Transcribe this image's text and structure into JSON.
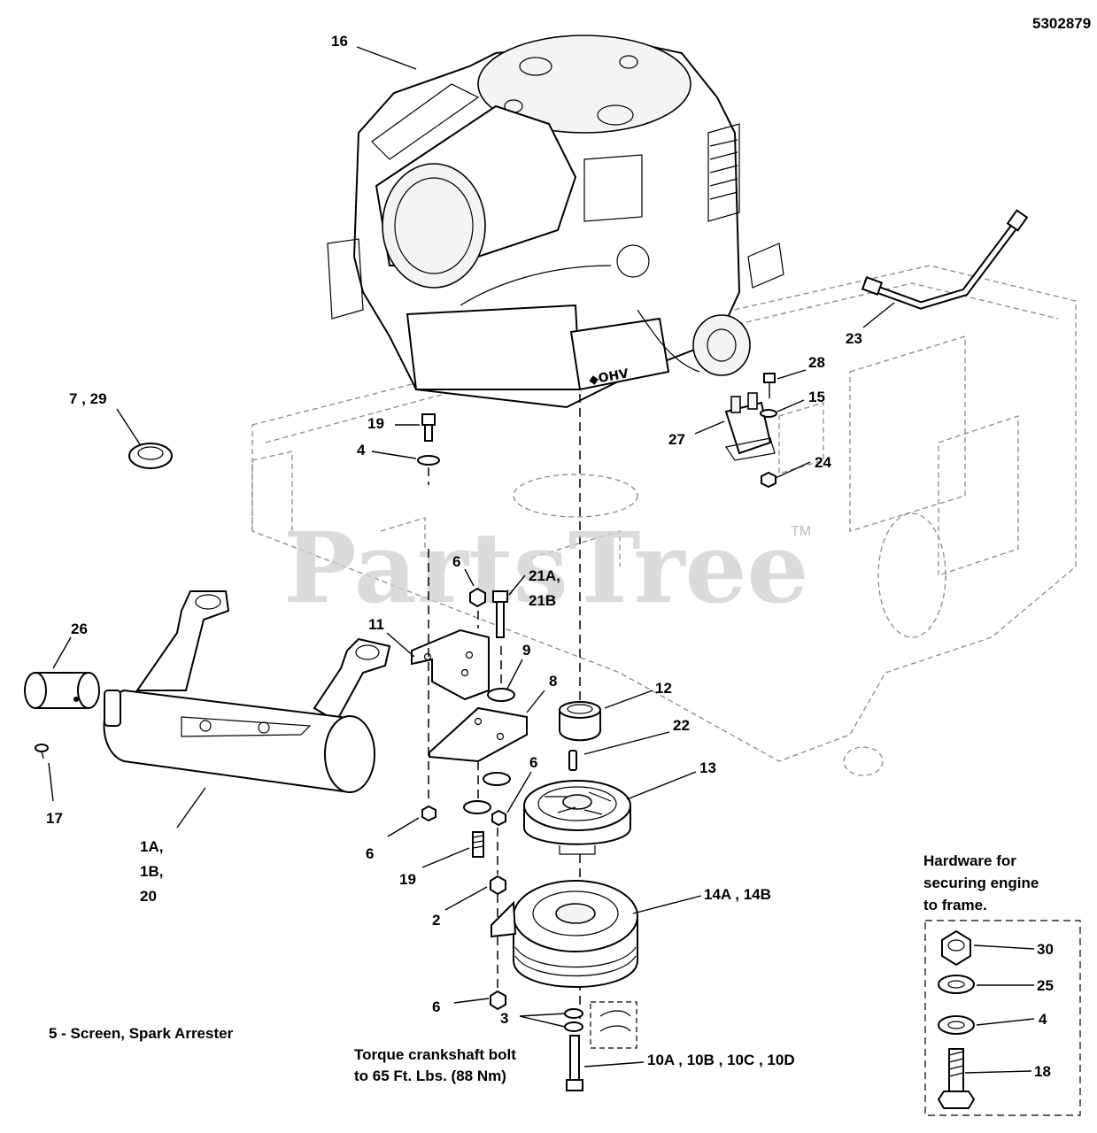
{
  "drawing_number": "5302879",
  "watermark": {
    "text": "PartsTree",
    "trademark": "TM"
  },
  "callouts": {
    "c16": "16",
    "c23": "23",
    "c7_29": "7 , 29",
    "c28": "28",
    "c15": "15",
    "c27": "27",
    "c24": "24",
    "c19_top": "19",
    "c4_top": "4",
    "c6_top": "6",
    "c21a": "21A,",
    "c21b": "21B",
    "c26": "26",
    "c11": "11",
    "c9": "9",
    "c8": "8",
    "c12": "12",
    "c22": "22",
    "c13": "13",
    "c6_mid": "6",
    "c17": "17",
    "c1a": "1A,",
    "c1b": "1B,",
    "c20": "20",
    "c6_low": "6",
    "c19_low": "19",
    "c14": "14A , 14B",
    "c2": "2",
    "c6_bottom": "6",
    "c3": "3",
    "c10": "10A ,  10B , 10C , 10D",
    "c30": "30",
    "c25": "25",
    "c4_box": "4",
    "c18": "18"
  },
  "notes": {
    "spark": "5 - Screen, Spark Arrester",
    "torque_line1": "Torque crankshaft bolt",
    "torque_line2": "to 65 Ft. Lbs. (88 Nm)",
    "hardware_line1": "Hardware for",
    "hardware_line2": "securing engine",
    "hardware_line3": "to frame."
  }
}
